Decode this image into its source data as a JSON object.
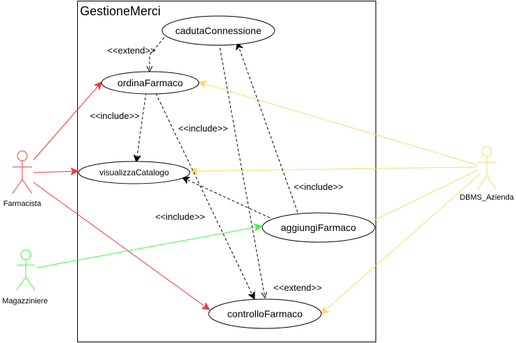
{
  "system": {
    "title": "GestioneMerci"
  },
  "actors": {
    "farmacista": "Farmacista",
    "magazziniere": "Magazziniere",
    "dbms": "DBMS_Azienda"
  },
  "use_cases": {
    "caduta": "cadutaConnessione",
    "ordina": "ordinaFarmaco",
    "visualizza": "visualizzaCatalogo",
    "aggiungi": "aggiungiFarmaco",
    "controllo": "controlloFarmaco"
  },
  "labels": {
    "extend_top": "<<extend>>",
    "include_left": "<<include>>",
    "include_mid": "<<include>>",
    "include_right": "<<include>>",
    "include_bottom": "<<include>>",
    "extend_bottom": "<<extend>>"
  },
  "colors": {
    "farmacista": "#FF3333",
    "magazziniere": "#33FF33",
    "dbms": "#FFD966",
    "dashed": "#000000"
  }
}
